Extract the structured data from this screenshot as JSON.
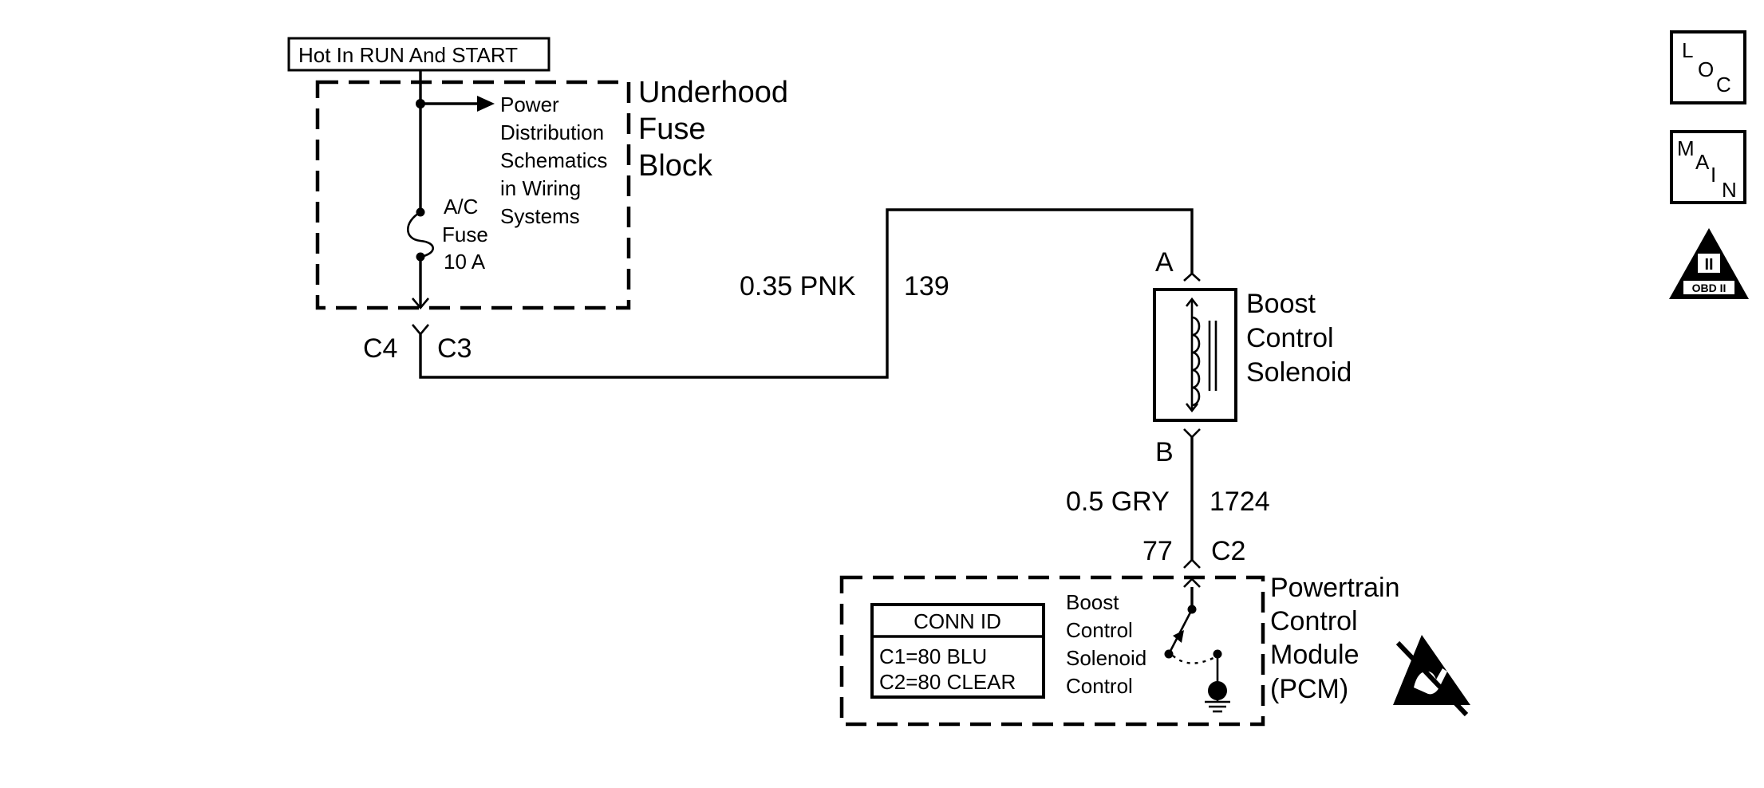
{
  "power_label": "Hot In RUN And START",
  "fuse_block": {
    "name_lines": [
      "Underhood",
      "Fuse",
      "Block"
    ],
    "ref_lines": [
      "Power",
      "Distribution",
      "Schematics",
      "in Wiring",
      "Systems"
    ],
    "fuse_lines": [
      "A/C",
      "Fuse",
      "10 A"
    ]
  },
  "connector_c4": "C4",
  "connector_c3": "C3",
  "wire_top": {
    "gauge_color": "0.35 PNK",
    "circuit": "139"
  },
  "solenoid": {
    "pin_a": "A",
    "pin_b": "B",
    "name_lines": [
      "Boost",
      "Control",
      "Solenoid"
    ]
  },
  "wire_bottom": {
    "gauge_color": "0.5 GRY",
    "circuit": "1724"
  },
  "pcm_pin": "77",
  "pcm_connector": "C2",
  "pcm": {
    "name_lines": [
      "Powertrain",
      "Control",
      "Module",
      "(PCM)"
    ],
    "control_lines": [
      "Boost",
      "Control",
      "Solenoid",
      "Control"
    ],
    "conn_id": {
      "title": "CONN ID",
      "rows": [
        "C1=80 BLU",
        "C2=80 CLEAR"
      ]
    }
  },
  "nav_icons": {
    "loc": [
      "L",
      "O",
      "C"
    ],
    "main": [
      "M",
      "A",
      "I",
      "N"
    ],
    "obd": [
      "II",
      "OBD II"
    ]
  },
  "esd_icon": "esd-warning-icon"
}
